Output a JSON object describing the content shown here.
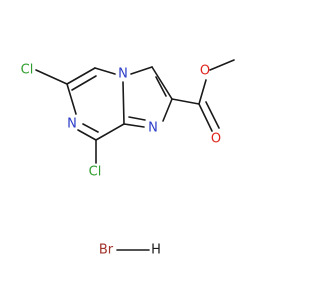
{
  "molecule": {
    "atoms": {
      "cl_top": "Cl",
      "cl_bottom": "Cl",
      "n_ring_left": "N",
      "n_bridge": "N",
      "n_imidazole": "N",
      "o_ester": "O",
      "o_carbonyl": "O",
      "br": "Br",
      "h": "H"
    },
    "colors": {
      "bond": "#1a1a1a",
      "nitrogen": "#2a3cc8",
      "oxygen": "#e0251f",
      "chlorine": "#2e9e2e",
      "bromine": "#a0332a"
    }
  }
}
